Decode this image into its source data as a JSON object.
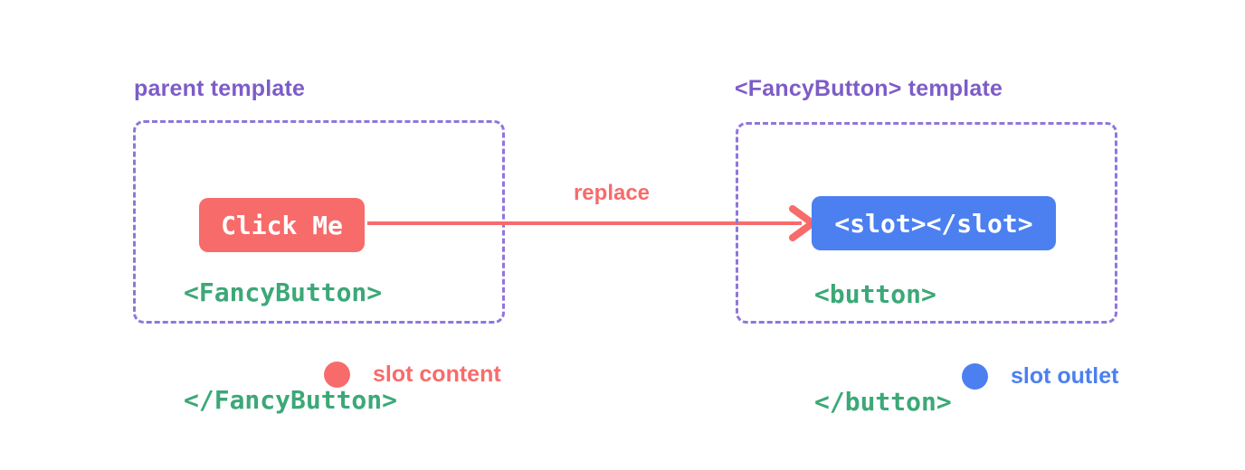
{
  "colors": {
    "background": "#FFFFFF",
    "red": "#F86B6B",
    "green": "#3CA877",
    "blue": "#4C80F0",
    "purple": "#7D5CC8",
    "purple-border": "#8F77DA",
    "white": "#FFFFFF"
  },
  "parent_panel": {
    "title": "parent template",
    "open_tag": "<FancyButton>",
    "button_label": "Click Me",
    "close_tag": "</FancyButton>"
  },
  "fancy_panel": {
    "title": "<FancyButton> template",
    "open_tag": "<button>",
    "slot_tag": "<slot></slot>",
    "close_tag": "</button>"
  },
  "arrow": {
    "label": "replace"
  },
  "legend": [
    {
      "label": "slot content"
    },
    {
      "label": "slot outlet"
    }
  ]
}
